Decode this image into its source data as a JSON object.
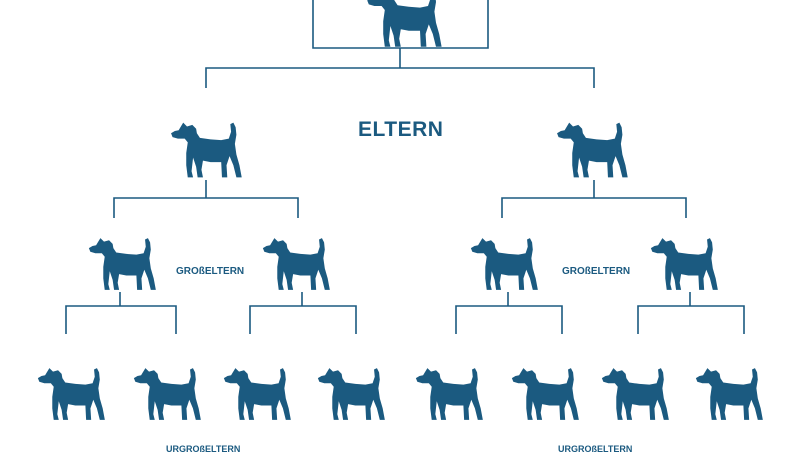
{
  "diagram": {
    "colors": {
      "dog": "#1b5a80",
      "line": "#1b5a80",
      "label": "#1b5a80"
    },
    "icon": "dog-silhouette-icon",
    "labels": {
      "parents": "ELTERN",
      "grandparents_left": "GROßELTERN",
      "grandparents_right": "GROßELTERN",
      "great_grandparents_left": "URGROßELTERN",
      "great_grandparents_right": "URGROßELTERN"
    }
  }
}
